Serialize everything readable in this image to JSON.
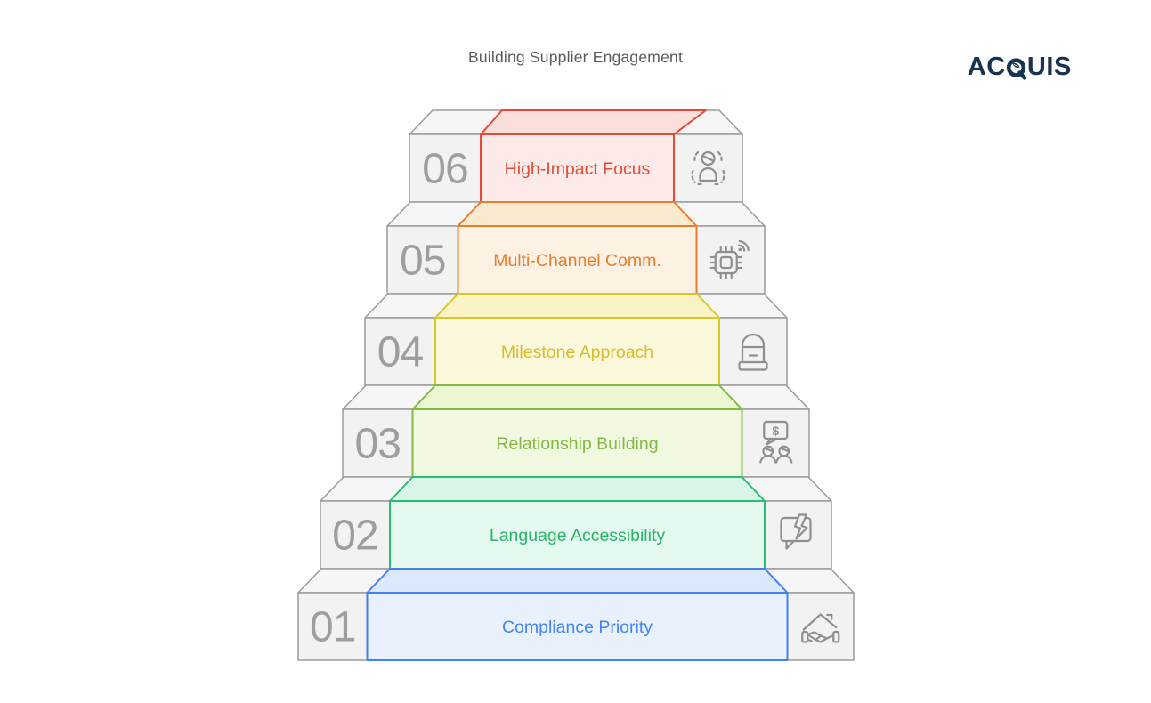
{
  "title": "Building Supplier Engagement",
  "logo": {
    "full": "ACQUIS",
    "pre": "AC",
    "post": "UIS",
    "color": "#16334f"
  },
  "icon_text": {
    "dollar": "$"
  },
  "colors": {
    "background": "#ffffff",
    "box_stroke": "#9b9b9b",
    "box_front": "#f2f2f2",
    "box_top": "#f6f6f6",
    "number": "#9e9e9e",
    "icon": "#8f8f8f",
    "title": "#58595b"
  },
  "steps": [
    {
      "number": "06",
      "label": "High-Impact Focus",
      "icon": "person-focus-icon",
      "stroke": "#e74a37",
      "text": "#e74a37",
      "fill_front": "#fcebe9",
      "fill_top": "#fbdfdb"
    },
    {
      "number": "05",
      "label": "Multi-Channel Comm.",
      "icon": "connected-chip-icon",
      "stroke": "#e87e2d",
      "text": "#e87e2d",
      "fill_front": "#fdf1e3",
      "fill_top": "#fceacf"
    },
    {
      "number": "04",
      "label": "Milestone Approach",
      "icon": "milestone-icon",
      "stroke": "#d9c926",
      "text": "#d8bd28",
      "fill_front": "#fbf8dc",
      "fill_top": "#faf3c6"
    },
    {
      "number": "03",
      "label": "Relationship Building",
      "icon": "negotiation-icon",
      "stroke": "#82ba45",
      "text": "#82ba45",
      "fill_front": "#f2f9e1",
      "fill_top": "#ecf6d3"
    },
    {
      "number": "02",
      "label": "Language Accessibility",
      "icon": "chat-bubbles-icon",
      "stroke": "#27bd72",
      "text": "#27b56d",
      "fill_front": "#e5f9ee",
      "fill_top": "#d8f5e6"
    },
    {
      "number": "01",
      "label": "Compliance Priority",
      "icon": "partnership-icon",
      "stroke": "#4180f0",
      "text": "#4285f4",
      "fill_front": "#e9f1fd",
      "fill_top": "#dce9fc"
    }
  ]
}
